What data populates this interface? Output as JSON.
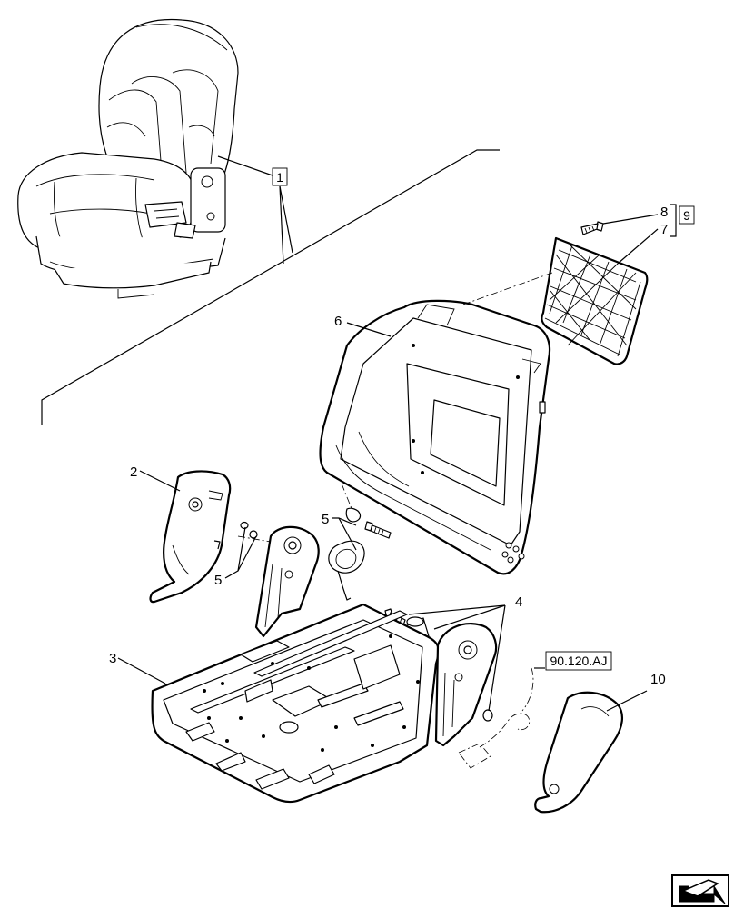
{
  "callouts": {
    "c1": "1",
    "c2": "2",
    "c3": "3",
    "c4": "4",
    "c5a": "5",
    "c5b": "5",
    "c6": "6",
    "c7": "7",
    "c8": "8",
    "c9": "9",
    "c10": "10",
    "ref": "90.120.AJ"
  },
  "icons": {
    "nav": "next-page-arrow-icon"
  }
}
